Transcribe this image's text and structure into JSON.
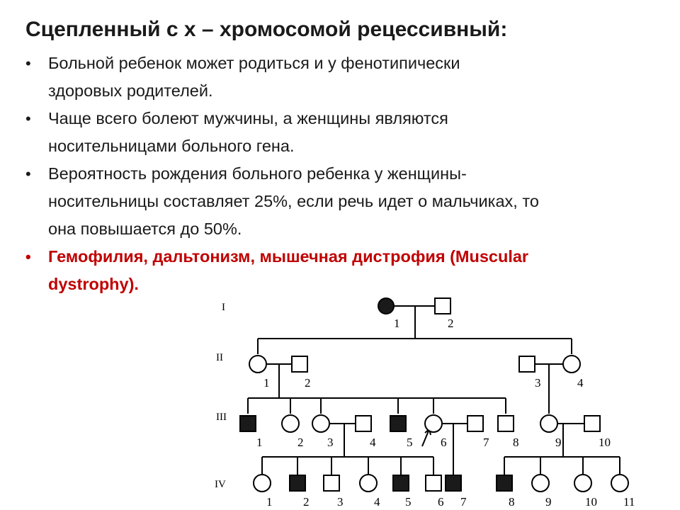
{
  "title": "Сцепленный с х – хромосомой рецессивный:",
  "bullet_symbol": "•",
  "bullets": [
    {
      "lines": [
        "Больной ребенок может родиться и у фенотипически",
        "здоровых родителей."
      ]
    },
    {
      "lines": [
        "Чаще всего болеют мужчины, а женщины являются",
        "носительницами больного гена."
      ]
    },
    {
      "lines": [
        "Вероятность рождения больного ребенка у женщины-",
        "носительницы составляет 25%, если речь идет о мальчиках, то",
        "она повышается до 50%."
      ]
    },
    {
      "lines": [
        "Гемофилия, дальтонизм, мышечная дистрофия (Muscular",
        "dystrophy)."
      ],
      "highlight": true
    }
  ],
  "colors": {
    "text": "#1a1a1a",
    "highlight": "#c00000"
  },
  "pedigree": {
    "generations": [
      "I",
      "II",
      "III",
      "IV"
    ],
    "individuals": [
      {
        "gen": "I",
        "num": "1",
        "sex": "female",
        "affected": true
      },
      {
        "gen": "I",
        "num": "2",
        "sex": "male",
        "affected": false
      },
      {
        "gen": "II",
        "num": "1",
        "sex": "female",
        "affected": false
      },
      {
        "gen": "II",
        "num": "2",
        "sex": "male",
        "affected": false
      },
      {
        "gen": "II",
        "num": "3",
        "sex": "male",
        "affected": false
      },
      {
        "gen": "II",
        "num": "4",
        "sex": "female",
        "affected": false
      },
      {
        "gen": "III",
        "num": "1",
        "sex": "male",
        "affected": true
      },
      {
        "gen": "III",
        "num": "2",
        "sex": "female",
        "affected": false
      },
      {
        "gen": "III",
        "num": "3",
        "sex": "female",
        "affected": false
      },
      {
        "gen": "III",
        "num": "4",
        "sex": "male",
        "affected": false
      },
      {
        "gen": "III",
        "num": "5",
        "sex": "male",
        "affected": true
      },
      {
        "gen": "III",
        "num": "6",
        "sex": "female",
        "affected": false
      },
      {
        "gen": "III",
        "num": "7",
        "sex": "male",
        "affected": false
      },
      {
        "gen": "III",
        "num": "8",
        "sex": "male",
        "affected": false
      },
      {
        "gen": "III",
        "num": "9",
        "sex": "female",
        "affected": false
      },
      {
        "gen": "III",
        "num": "10",
        "sex": "male",
        "affected": false
      },
      {
        "gen": "IV",
        "num": "1",
        "sex": "female",
        "affected": false
      },
      {
        "gen": "IV",
        "num": "2",
        "sex": "male",
        "affected": true
      },
      {
        "gen": "IV",
        "num": "3",
        "sex": "male",
        "affected": false
      },
      {
        "gen": "IV",
        "num": "4",
        "sex": "female",
        "affected": false
      },
      {
        "gen": "IV",
        "num": "5",
        "sex": "male",
        "affected": true
      },
      {
        "gen": "IV",
        "num": "6",
        "sex": "male",
        "affected": false
      },
      {
        "gen": "IV",
        "num": "7",
        "sex": "male",
        "affected": true
      },
      {
        "gen": "IV",
        "num": "8",
        "sex": "male",
        "affected": true
      },
      {
        "gen": "IV",
        "num": "9",
        "sex": "female",
        "affected": false
      },
      {
        "gen": "IV",
        "num": "10",
        "sex": "female",
        "affected": false
      },
      {
        "gen": "IV",
        "num": "11",
        "sex": "female",
        "affected": false
      }
    ]
  }
}
